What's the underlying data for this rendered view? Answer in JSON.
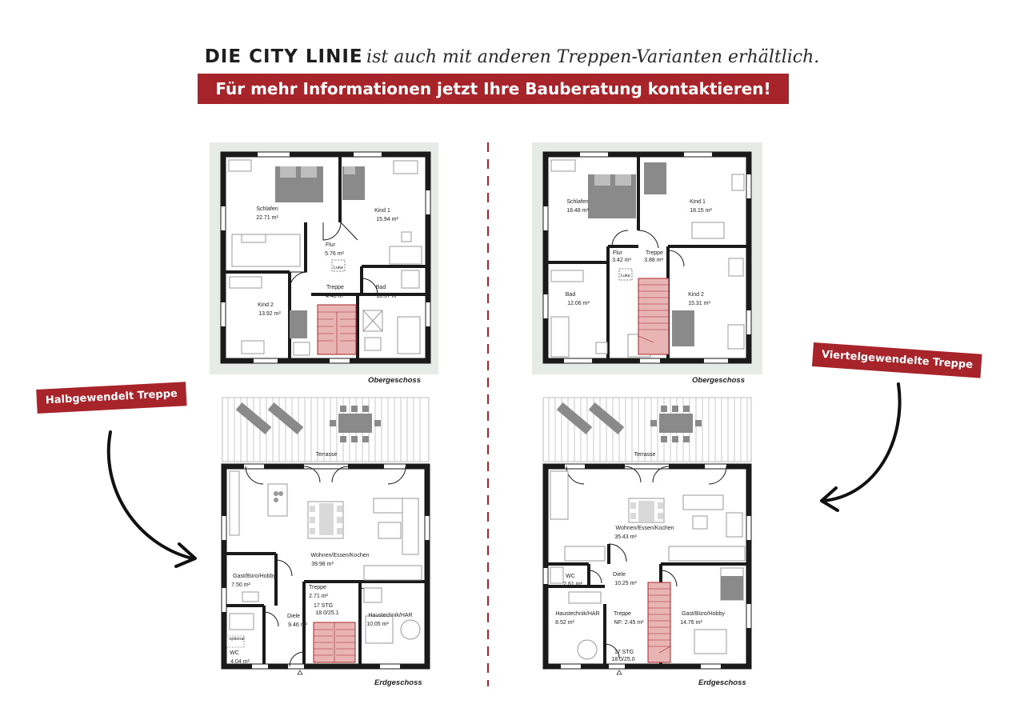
{
  "header": {
    "brand": "DIE CITY LINIE",
    "tagline": "ist auch mit anderen Treppen-Varianten erhältlich.",
    "banner": "Für mehr Informationen jetzt Ihre Bauberatung kontaktieren!"
  },
  "callouts": {
    "left": "Halbgewendelt Treppe",
    "right": "Viertelgewendelte Treppe"
  },
  "plans": {
    "left_upper": {
      "floor": "Obergeschoss",
      "rooms": {
        "schlafen": "Schlafen",
        "schlafen_area": "22.71 m²",
        "kind1": "Kind 1",
        "kind1_area": "15.94 m²",
        "flur": "Flur",
        "flur_area": "5.76 m²",
        "luke": "Luke",
        "treppe": "Treppe",
        "treppe_area": "4.40 m²",
        "bad": "Bad",
        "bad_area": "10.57 m²",
        "kind2": "Kind 2",
        "kind2_area": "13.92 m²"
      }
    },
    "left_ground": {
      "floor": "Erdgeschoss",
      "rooms": {
        "terrasse": "Terrasse",
        "wohnen": "Wohnen/Essen/Kochen",
        "wohnen_area": "39.98 m²",
        "gast": "Gast/Büro/Hobby",
        "gast_area": "7.50 m²",
        "treppe": "Treppe",
        "treppe_area": "2.71 m²",
        "stg1": "17 STG",
        "stg2": "18.0/25.1",
        "diele": "Diele",
        "diele_area": "9.46 m²",
        "haustechnik": "Haustechnik/HAR",
        "haustechnik_area": "10.05 m²",
        "optional": "optional",
        "wc": "WC",
        "wc_area": "4.04 m²"
      }
    },
    "right_upper": {
      "floor": "Obergeschoss",
      "rooms": {
        "schlafen": "Schlafen",
        "schlafen_area": "18.48 m²",
        "kind1": "Kind 1",
        "kind1_area": "18.15 m²",
        "flur": "Flur",
        "flur_area": "3.42 m²",
        "treppe": "Treppe",
        "treppe_area": "3.88 m²",
        "luke": "Luke",
        "bad": "Bad",
        "bad_area": "12.06 m²",
        "kind2": "Kind 2",
        "kind2_area": "15.31 m²"
      }
    },
    "right_ground": {
      "floor": "Erdgeschoss",
      "rooms": {
        "terrasse": "Terrasse",
        "wohnen": "Wohnen/Essen/Kochen",
        "wohnen_area": "35.43 m²",
        "wc": "WC",
        "wc_area": "2.61 m²",
        "diele": "Diele",
        "diele_area": "10.25 m²",
        "haustechnik": "Haustechnik/HAR",
        "haustechnik_area": "8.52 m²",
        "treppe": "Treppe",
        "treppe_area": "NF: 2.45 m²",
        "gast": "Gast/Büro/Hobby",
        "gast_area": "14.76 m²",
        "stg1": "17 STG",
        "stg2": "18.0/25.0"
      }
    }
  },
  "colors": {
    "brand_red": "#a8242b",
    "wall": "#1a1a1a",
    "stair_fill": "#e8b4b4",
    "furniture": "#d9d9d9",
    "bed": "#8a8a8a",
    "plan_backdrop": "#e7ebe8"
  }
}
